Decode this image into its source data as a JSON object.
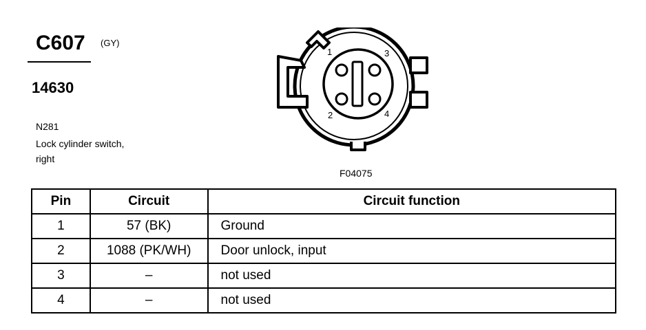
{
  "connector": {
    "id": "C607",
    "color": "(GY)",
    "part_number": "14630",
    "component_code": "N281",
    "component_description": "Lock cylinder switch, right"
  },
  "diagram": {
    "figure_id": "F04075",
    "pin_labels": [
      "1",
      "2",
      "3",
      "4"
    ]
  },
  "table": {
    "headers": [
      "Pin",
      "Circuit",
      "Circuit function"
    ],
    "rows": [
      {
        "pin": "1",
        "circuit": "57 (BK)",
        "function": "Ground"
      },
      {
        "pin": "2",
        "circuit": "1088 (PK/WH)",
        "function": "Door unlock, input"
      },
      {
        "pin": "3",
        "circuit": "–",
        "function": "not used"
      },
      {
        "pin": "4",
        "circuit": "–",
        "function": "not used"
      }
    ]
  }
}
